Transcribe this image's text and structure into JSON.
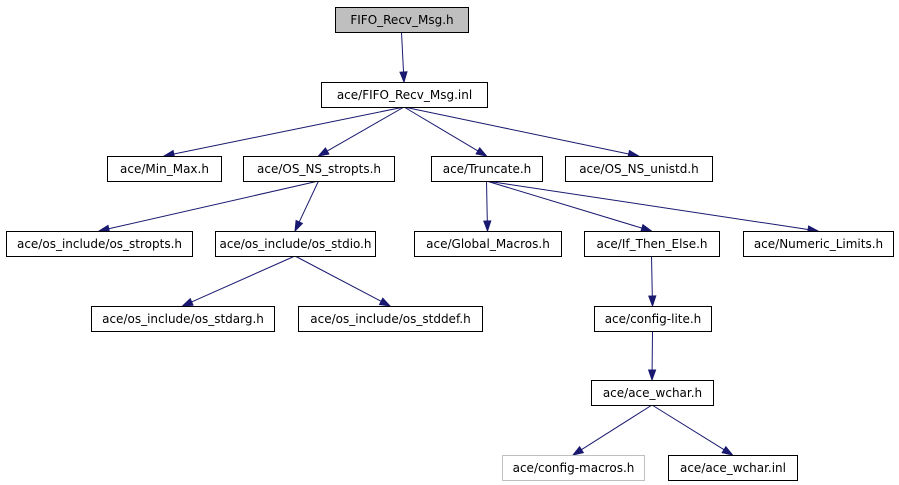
{
  "diagram": {
    "colors": {
      "edge": "#191970",
      "root_fill": "#bfbfbf",
      "node_fill": "#ffffff",
      "node_border": "#000000",
      "external_border": "#bfbfbf"
    },
    "nodes": [
      {
        "id": "n0",
        "label": "FIFO_Recv_Msg.h",
        "style": "root"
      },
      {
        "id": "n1",
        "label": "ace/FIFO_Recv_Msg.inl"
      },
      {
        "id": "n2",
        "label": "ace/Min_Max.h"
      },
      {
        "id": "n3",
        "label": "ace/OS_NS_stropts.h"
      },
      {
        "id": "n4",
        "label": "ace/Truncate.h"
      },
      {
        "id": "n5",
        "label": "ace/OS_NS_unistd.h"
      },
      {
        "id": "n6",
        "label": "ace/os_include/os_stropts.h"
      },
      {
        "id": "n7",
        "label": "ace/os_include/os_stdio.h"
      },
      {
        "id": "n8",
        "label": "ace/Global_Macros.h"
      },
      {
        "id": "n9",
        "label": "ace/If_Then_Else.h"
      },
      {
        "id": "n10",
        "label": "ace/Numeric_Limits.h"
      },
      {
        "id": "n11",
        "label": "ace/os_include/os_stdarg.h"
      },
      {
        "id": "n12",
        "label": "ace/os_include/os_stddef.h"
      },
      {
        "id": "n13",
        "label": "ace/config-lite.h"
      },
      {
        "id": "n14",
        "label": "ace/ace_wchar.h"
      },
      {
        "id": "n15",
        "label": "ace/config-macros.h",
        "style": "external"
      },
      {
        "id": "n16",
        "label": "ace/ace_wchar.inl"
      }
    ],
    "edges": [
      [
        "n0",
        "n1"
      ],
      [
        "n1",
        "n2"
      ],
      [
        "n1",
        "n3"
      ],
      [
        "n1",
        "n4"
      ],
      [
        "n1",
        "n5"
      ],
      [
        "n3",
        "n6"
      ],
      [
        "n3",
        "n7"
      ],
      [
        "n4",
        "n8"
      ],
      [
        "n4",
        "n9"
      ],
      [
        "n4",
        "n10"
      ],
      [
        "n7",
        "n11"
      ],
      [
        "n7",
        "n12"
      ],
      [
        "n9",
        "n13"
      ],
      [
        "n13",
        "n14"
      ],
      [
        "n14",
        "n15"
      ],
      [
        "n14",
        "n16"
      ]
    ]
  }
}
